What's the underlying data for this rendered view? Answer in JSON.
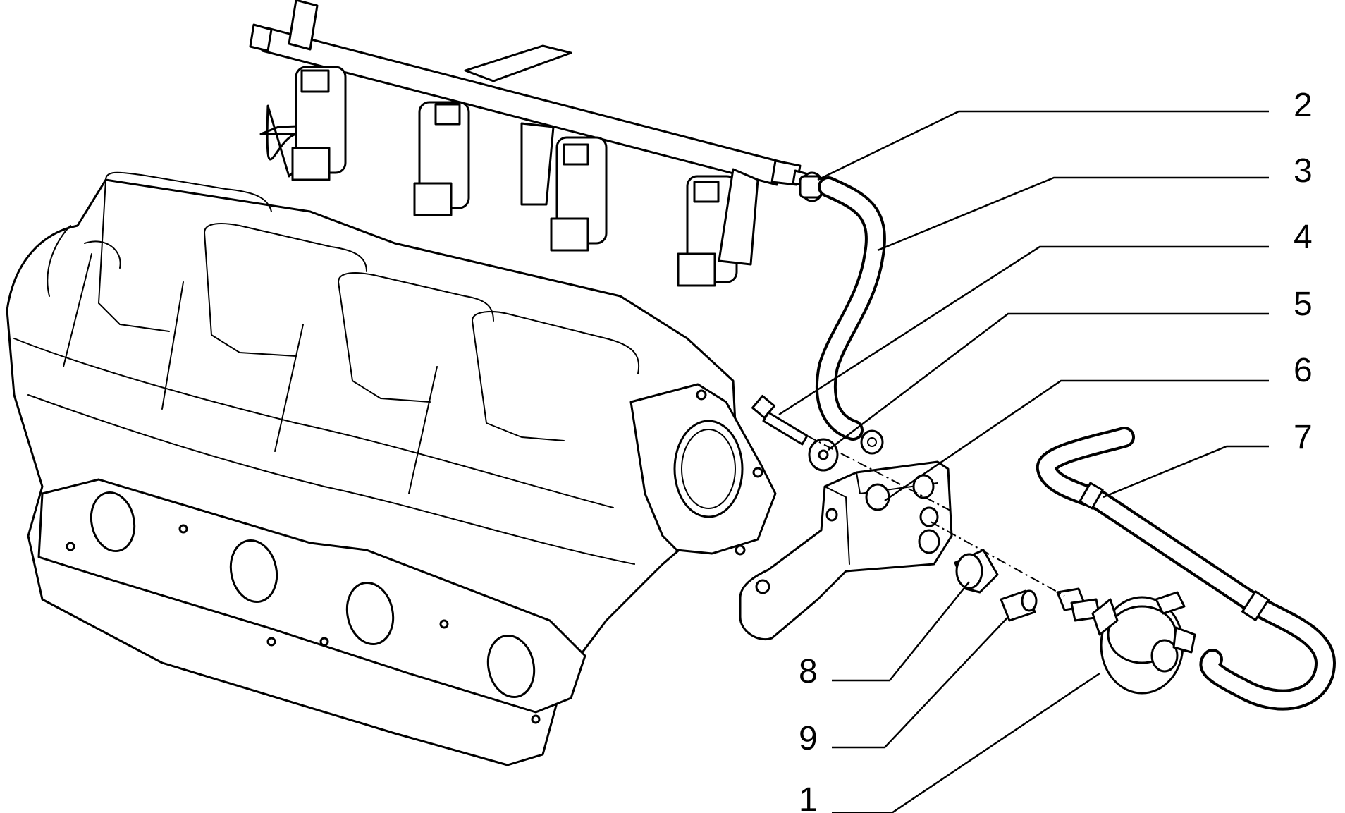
{
  "callouts": {
    "c1": "1",
    "c2": "2",
    "c3": "3",
    "c4": "4",
    "c5": "5",
    "c6": "6",
    "c7": "7",
    "c8": "8",
    "c9": "9"
  },
  "colors": {
    "line": "#000000",
    "background": "#ffffff"
  }
}
